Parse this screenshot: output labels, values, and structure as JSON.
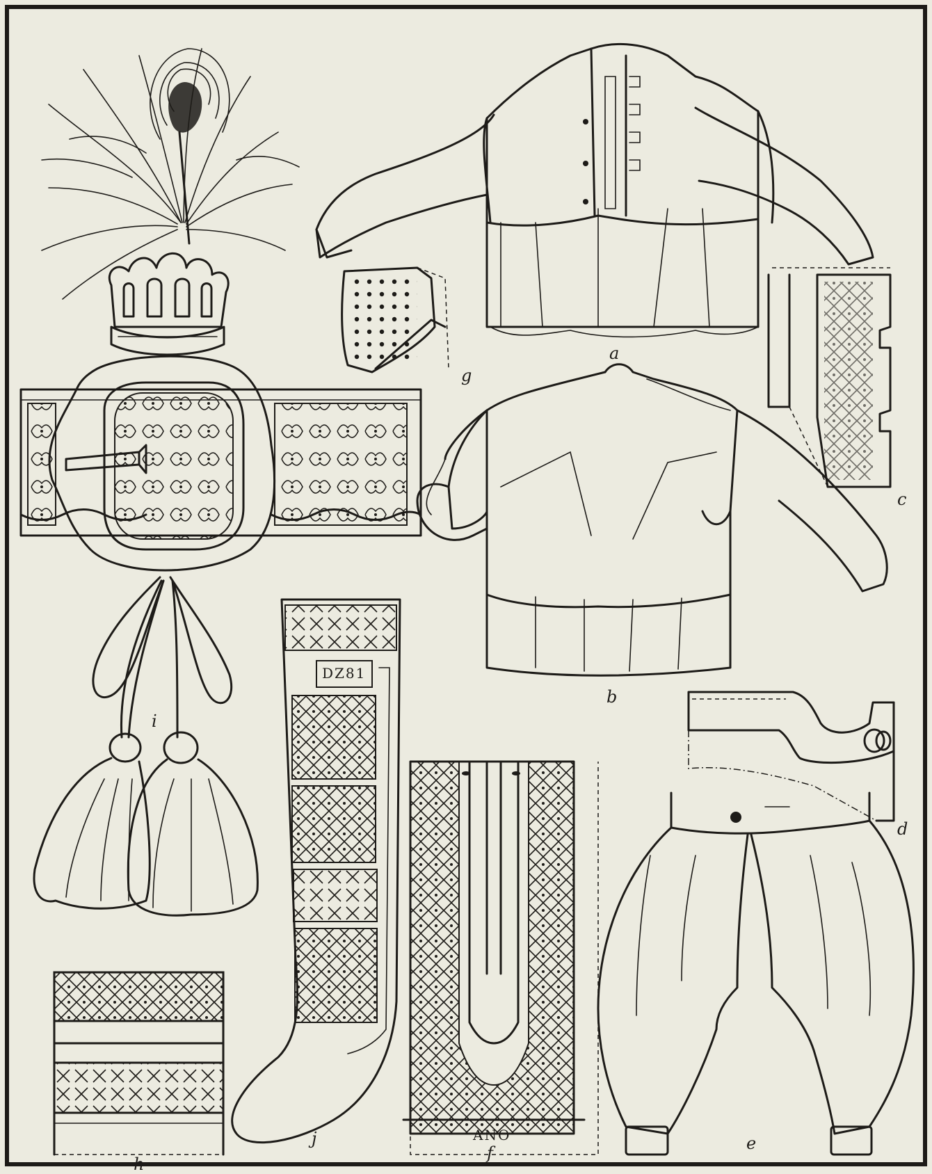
{
  "labels": {
    "a": "a",
    "b": "b",
    "c": "c",
    "d": "d",
    "e": "e",
    "f": "f",
    "g": "g",
    "h": "h",
    "i": "i",
    "j": "j"
  },
  "inscriptions": {
    "stocking_mark": "DZ81",
    "apron_mark": "ANO"
  },
  "colors": {
    "paper": "#ecebe0",
    "ink": "#1d1b18"
  }
}
